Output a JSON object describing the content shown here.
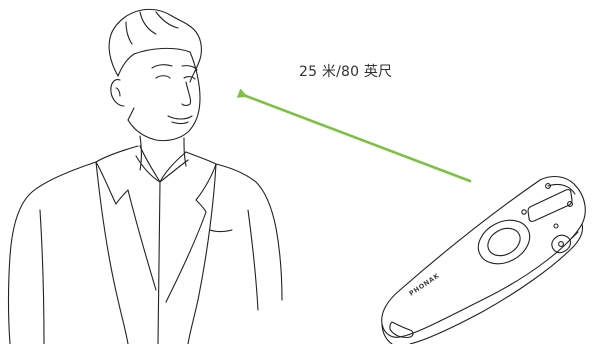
{
  "range_label": "25 米/80 英尺",
  "device": {
    "brand": "PHONAK"
  },
  "colors": {
    "arrow": "#7cc142",
    "line": "#222222",
    "text": "#333333"
  },
  "icons": {
    "person": "person-illustration",
    "remote": "remote-control-illustration"
  }
}
